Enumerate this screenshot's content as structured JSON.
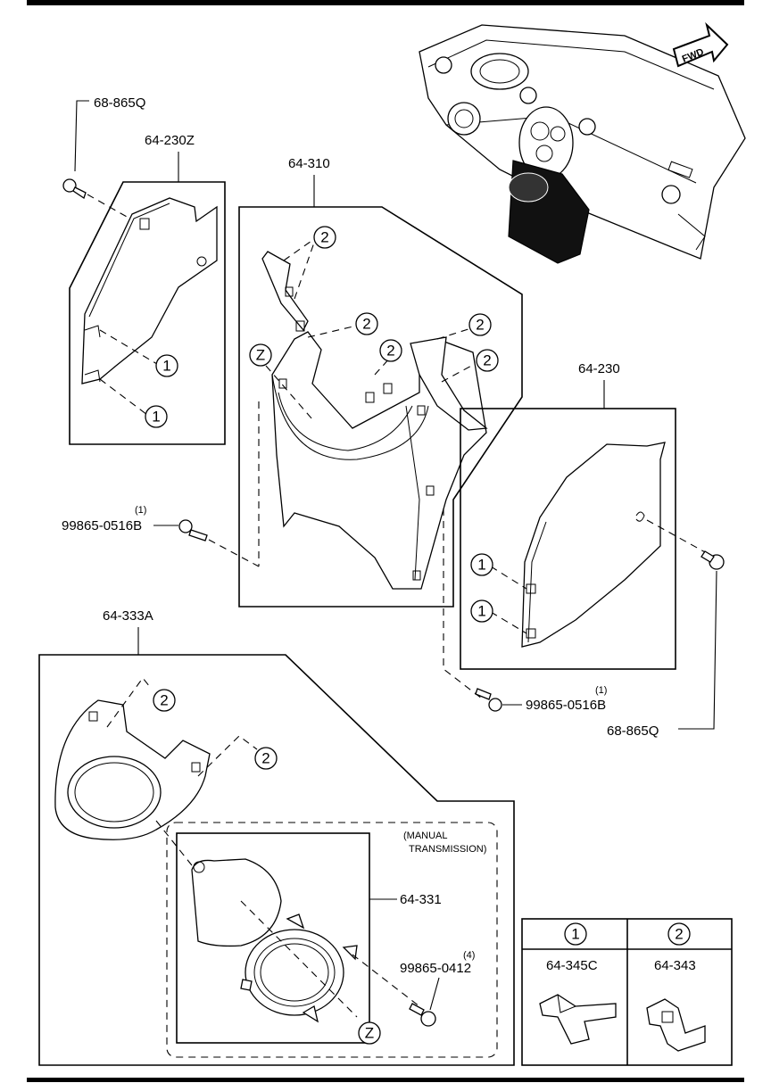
{
  "labels": {
    "p68865q_top": "68-865Q",
    "p64230z": "64-230Z",
    "p64310": "64-310",
    "p64230": "64-230",
    "p99865_0516b_left_qty": "(1)",
    "p99865_0516b_left": "99865-0516B",
    "p64333a": "64-333A",
    "p99865_0516b_right_qty": "(1)",
    "p99865_0516b_right": "99865-0516B",
    "p68865q_right": "68-865Q",
    "manual_transmission_line1": "(MANUAL",
    "manual_transmission_line2": "TRANSMISSION)",
    "p64331": "64-331",
    "p99865_0412_qty": "(4)",
    "p99865_0412": "99865-0412",
    "fwd": "FWD"
  },
  "markers": {
    "one": "1",
    "two": "2",
    "z": "Z"
  },
  "legend": {
    "col1_marker": "1",
    "col1_part": "64-345C",
    "col2_marker": "2",
    "col2_part": "64-343"
  }
}
